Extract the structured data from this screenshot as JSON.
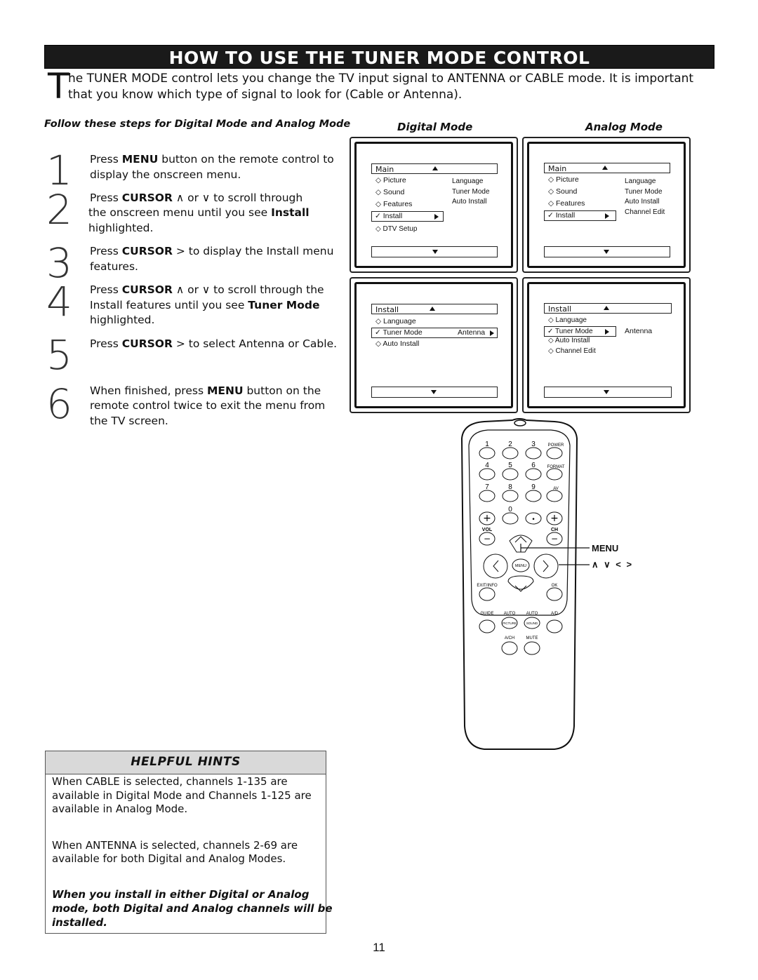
{
  "title": "HOW TO USE THE TUNER MODE CONTROL",
  "intro": {
    "dropcap": "T",
    "line1": "he TUNER MODE control lets you change the TV input signal to ANTENNA or CABLE mode. It is important",
    "line2": "that you know which type of signal to look for (Cable or Antenna)."
  },
  "follow_text": "Follow these steps for Digital Mode and Analog Mode",
  "mode_labels": {
    "digital": "Digital Mode",
    "analog": "Analog Mode"
  },
  "steps": [
    {
      "num": "1",
      "l1a": "Press ",
      "l1b": "MENU",
      "l1c": " button on the remote control to",
      "l2": "display the onscreen menu."
    },
    {
      "num": "2",
      "l1a": "Press ",
      "l1b": "CURSOR",
      "l1c": " ∧ or ∨ to scroll through",
      "l2": "the onscreen menu until you see ",
      "l2b": "Install",
      "l3": "highlighted."
    },
    {
      "num": "3",
      "l1a": "Press ",
      "l1b": "CURSOR",
      "l1c": " >  to display the Install menu",
      "l2": "features."
    },
    {
      "num": "4",
      "l1a": "Press ",
      "l1b": "CURSOR",
      "l1c": " ∧ or ∨ to scroll through the",
      "l2": "Install features until you see ",
      "l2b": "Tuner Mode",
      "l3": "highlighted."
    },
    {
      "num": "5",
      "l1a": "Press ",
      "l1b": "CURSOR",
      "l1c": " >  to select Antenna or Cable."
    },
    {
      "num": "6",
      "l1a": "When finished, press ",
      "l1b": "MENU",
      "l1c": " button on the",
      "l2": "remote control twice to exit the menu from",
      "l3": "the TV screen."
    }
  ],
  "screens": {
    "digital_main": {
      "header": "Main",
      "items": [
        "Picture",
        "Sound",
        "Features"
      ],
      "selected": "Install",
      "extra": "DTV Setup",
      "sub": [
        "Language",
        "Tuner Mode",
        "Auto Install"
      ]
    },
    "analog_main": {
      "header": "Main",
      "items": [
        "Picture",
        "Sound",
        "Features"
      ],
      "selected": "Install",
      "sub": [
        "Language",
        "Tuner Mode",
        "Auto Install",
        "Channel Edit"
      ]
    },
    "digital_install": {
      "header": "Install",
      "item1": "Language",
      "selected": "Tuner Mode",
      "value": "Antenna",
      "item3": "Auto Install"
    },
    "analog_install": {
      "header": "Install",
      "item1": "Language",
      "selected": "Tuner Mode",
      "value": "Antenna",
      "item3": "Auto Install",
      "item4": "Channel Edit"
    }
  },
  "remote": {
    "digits": [
      "1",
      "2",
      "3",
      "4",
      "5",
      "6",
      "7",
      "8",
      "9",
      "0"
    ],
    "power": "POWER",
    "format": "FORMAT",
    "av": "AV",
    "vol": "VOL",
    "ch": "CH",
    "menu": "MENU",
    "exit_info": "EXIT/INFO",
    "ok": "OK",
    "guide": "GUIDE",
    "auto1": "AUTO",
    "auto2": "AUTO",
    "ad": "A/D",
    "picture": "PICTURE",
    "sound": "SOUND",
    "ach": "A/CH",
    "mute": "MUTE"
  },
  "callouts": {
    "menu": "MENU",
    "cursor": "∧ ∨ < >"
  },
  "hints": {
    "title": "HELPFUL HINTS",
    "p1": [
      "When CABLE is selected, channels 1-135 are",
      "available in Digital Mode and Channels 1-125 are",
      "available in Analog Mode."
    ],
    "p2": [
      "When ANTENNA is selected, channels 2-69 are",
      "available for both Digital and Analog Modes."
    ],
    "p3": [
      "When you install in either Digital or Analog",
      "mode, both Digital and Analog channels will be",
      "installed."
    ]
  },
  "page_number": "11"
}
